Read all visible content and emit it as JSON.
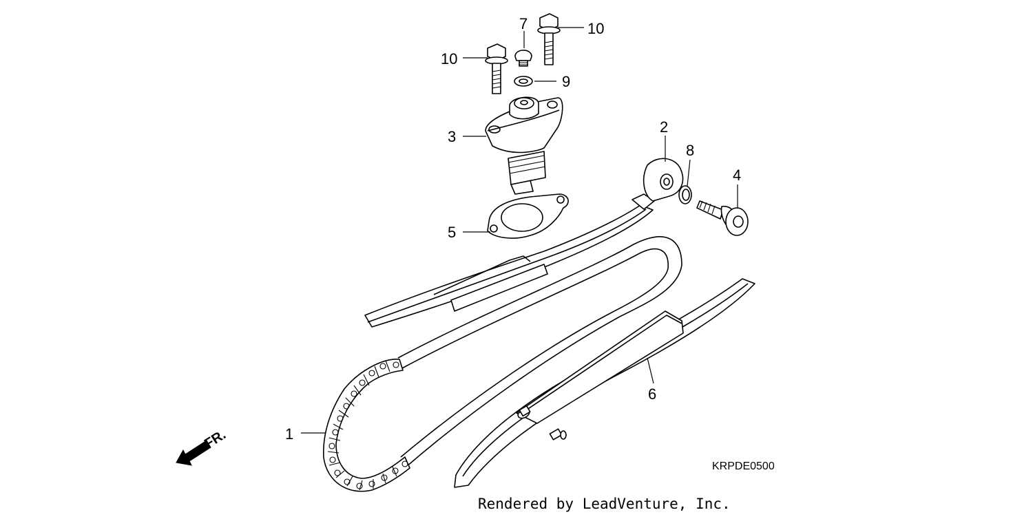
{
  "diagram": {
    "callouts": {
      "c1": "1",
      "c2": "2",
      "c3": "3",
      "c4": "4",
      "c5": "5",
      "c6": "6",
      "c7": "7",
      "c8": "8",
      "c9": "9",
      "c10a": "10",
      "c10b": "10"
    },
    "direction_label": "FR.",
    "drawing_code": "KRPDE0500",
    "credit": "Rendered by LeadVenture, Inc."
  }
}
